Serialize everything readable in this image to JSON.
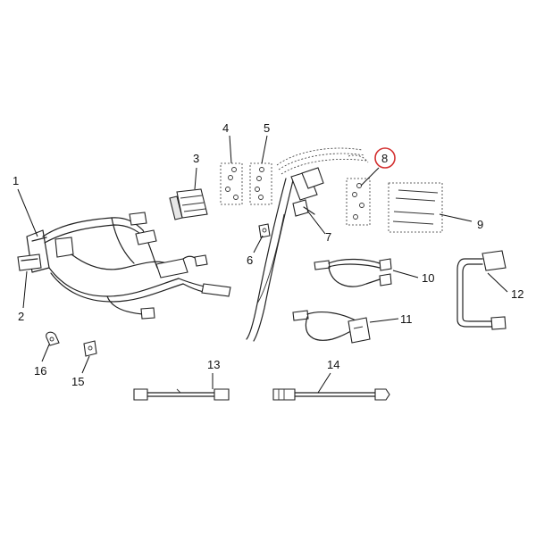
{
  "diagram": {
    "callouts": [
      {
        "id": "1",
        "label": "1"
      },
      {
        "id": "2",
        "label": "2"
      },
      {
        "id": "3",
        "label": "3"
      },
      {
        "id": "4",
        "label": "4"
      },
      {
        "id": "5",
        "label": "5"
      },
      {
        "id": "6",
        "label": "6"
      },
      {
        "id": "7",
        "label": "7"
      },
      {
        "id": "8",
        "label": "8",
        "highlighted": true
      },
      {
        "id": "9",
        "label": "9"
      },
      {
        "id": "10",
        "label": "10"
      },
      {
        "id": "11",
        "label": "11"
      },
      {
        "id": "12",
        "label": "12"
      },
      {
        "id": "13",
        "label": "13"
      },
      {
        "id": "14",
        "label": "14"
      },
      {
        "id": "15",
        "label": "15"
      },
      {
        "id": "16",
        "label": "16"
      }
    ],
    "highlight_color": "#d32f2f",
    "line_color": "#222222"
  }
}
